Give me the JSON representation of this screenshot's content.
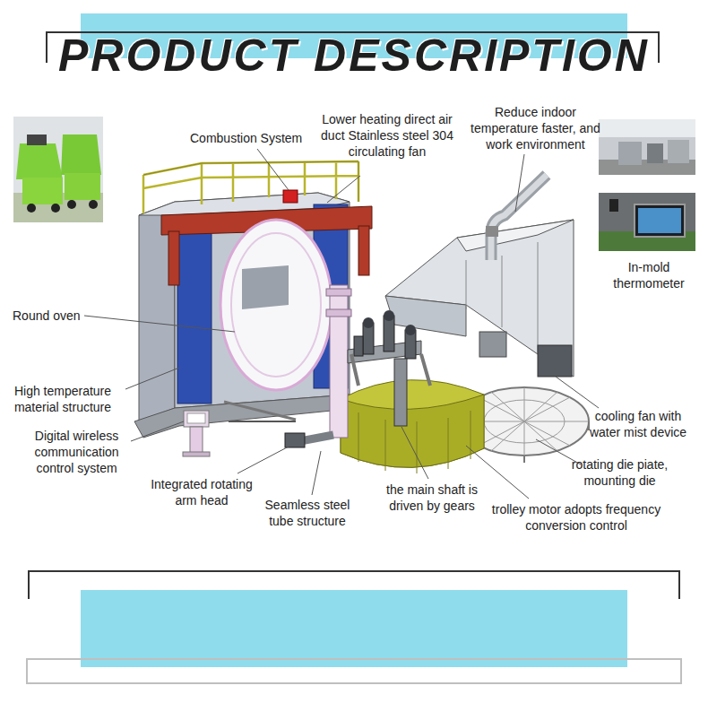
{
  "diagram": {
    "title": "PRODUCT DESCRIPTION",
    "labels": [
      "Reduce indoor temperature faster, and work environment",
      "Lower heating direct air duct Stainless steel 304 circulating fan",
      "Combustion System",
      "In-mold thermometer",
      "Round oven",
      "High temperature material structure",
      "cooling fan with water mist device",
      "Digital wireless communication control system",
      "rotating die piate, mounting die",
      "Integrated rotating arm head",
      "the main shaft is driven by gears",
      "Seamless steel tube structure",
      "trolley motor adopts frequency conversion control"
    ]
  }
}
